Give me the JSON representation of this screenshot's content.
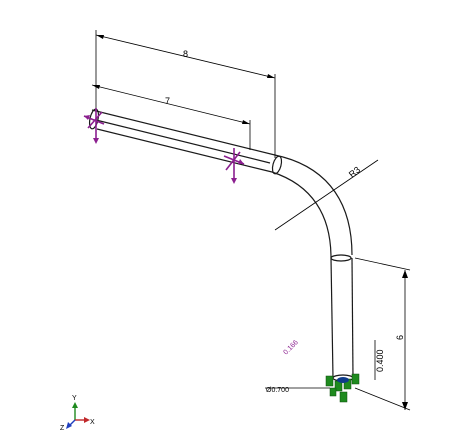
{
  "dimensions": {
    "overall_length": "8",
    "segment_length": "7",
    "bend_radius": "R3",
    "vertical_length": "6",
    "small_offset": "0.400",
    "diameter_note": "Ø0.700",
    "flow_note": "0.166"
  },
  "triad": {
    "x": "X",
    "y": "Y",
    "z": "Z"
  },
  "colors": {
    "fixture": "#8b1f8f",
    "support": "#1e8a1e",
    "dimension": "#000000",
    "pipe": "#1a1a1a"
  }
}
